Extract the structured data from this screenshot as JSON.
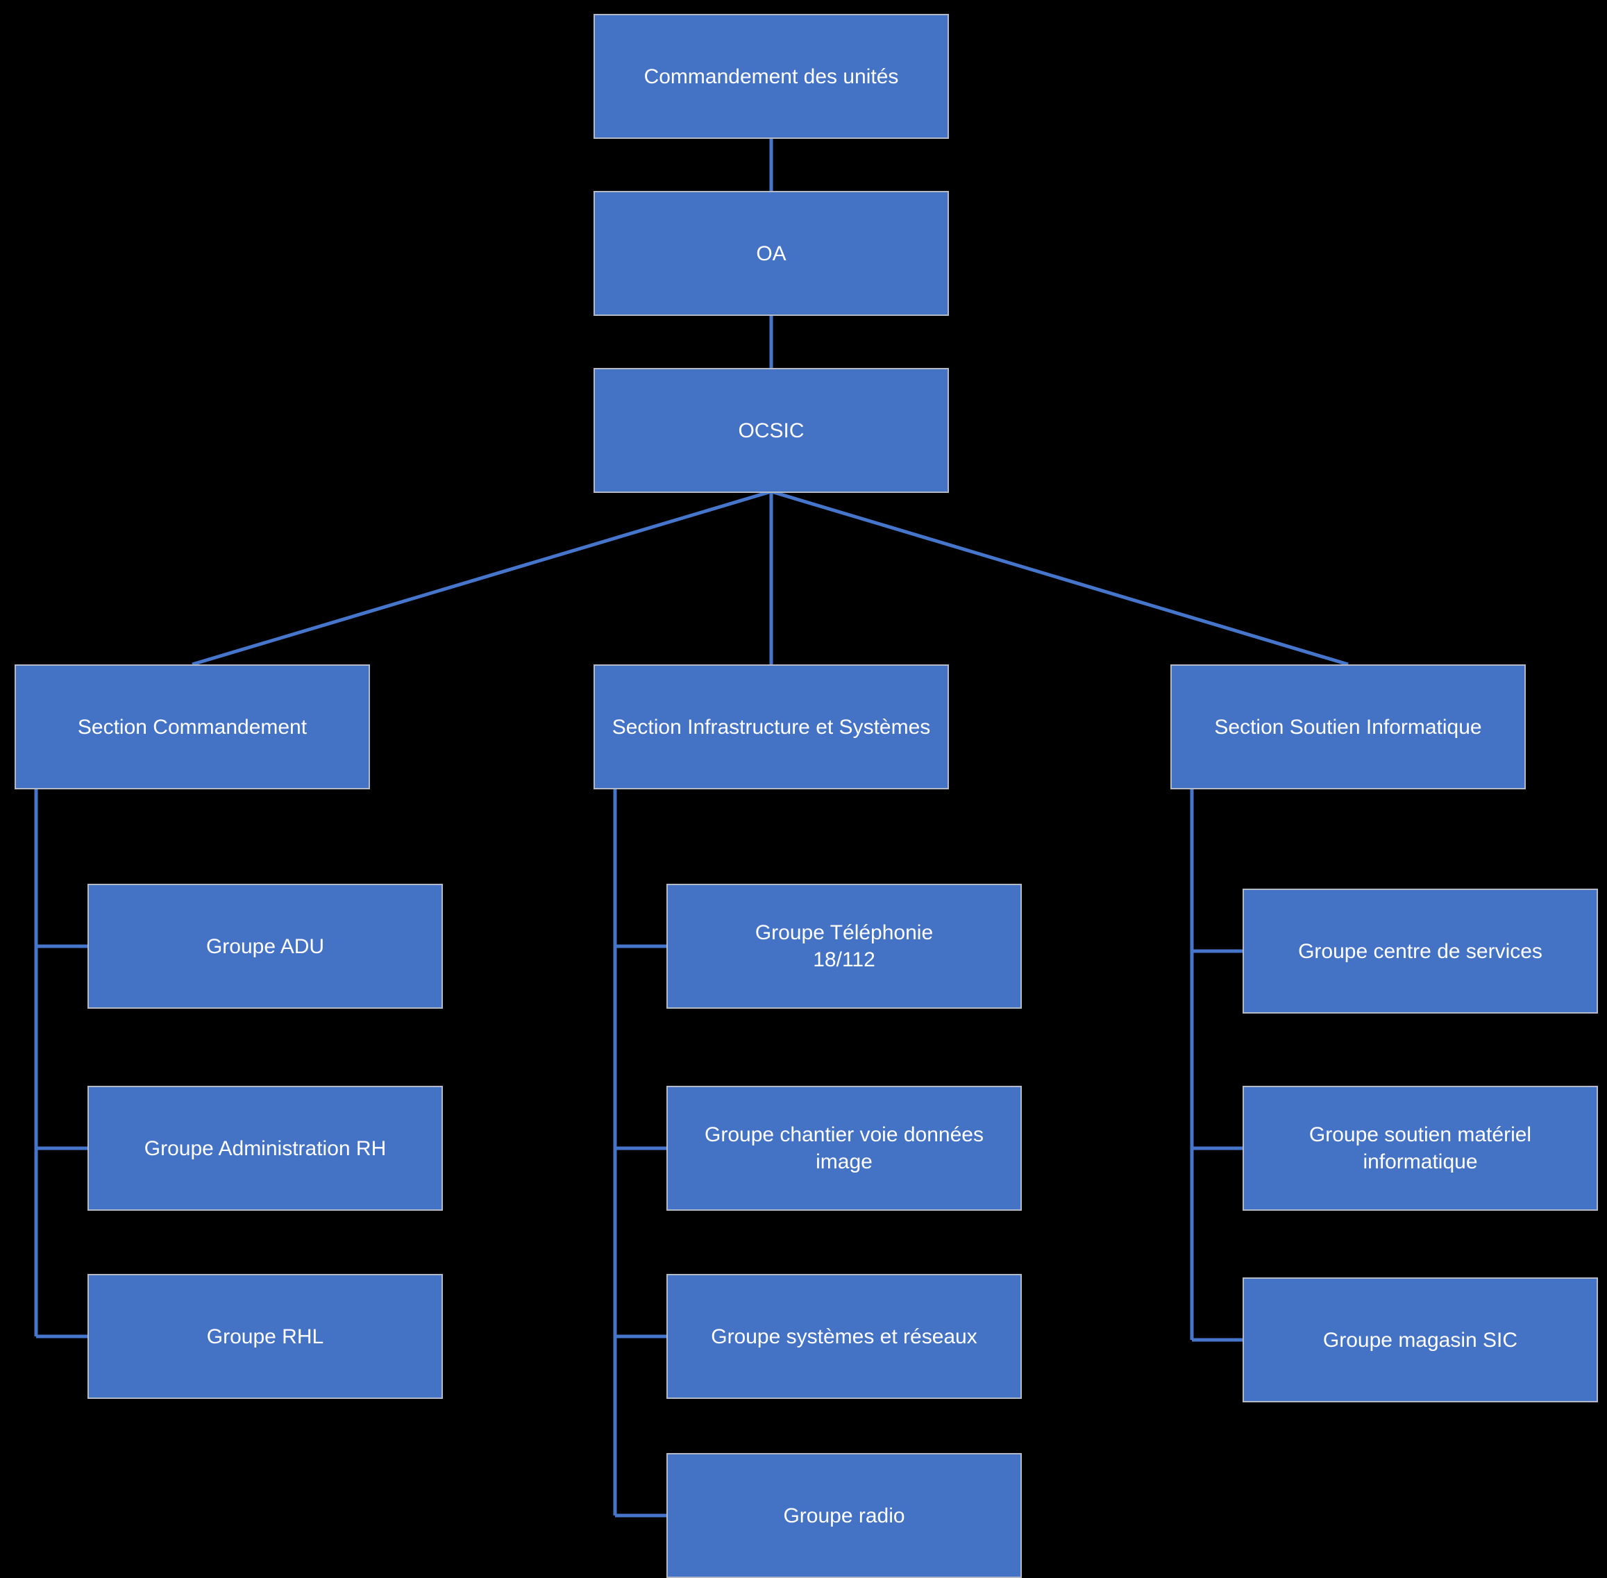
{
  "diagram": {
    "type": "org-chart",
    "background_color": "#000000",
    "box_fill_color": "#4472C4",
    "box_border_color": "#B4BAC5",
    "connector_color": "#4676CC",
    "text_color": "#FFFFFF",
    "nodes": {
      "commandement": {
        "label": "Commandement des unités"
      },
      "oa": {
        "label": "OA"
      },
      "ocsic": {
        "label": "OCSIC"
      },
      "section_commandement": {
        "label": "Section Commandement"
      },
      "section_infrastructure": {
        "label": "Section Infrastructure et Systèmes"
      },
      "section_soutien": {
        "label": "Section Soutien Informatique"
      },
      "groupe_adu": {
        "label": "Groupe ADU"
      },
      "groupe_administration_rh": {
        "label": "Groupe Administration RH"
      },
      "groupe_rhl": {
        "label": "Groupe RHL"
      },
      "groupe_telephonie": {
        "label": "Groupe Téléphonie\n18/112"
      },
      "groupe_chantier": {
        "label": "Groupe chantier voie données\nimage"
      },
      "groupe_systemes": {
        "label": "Groupe systèmes et réseaux"
      },
      "groupe_radio": {
        "label": "Groupe radio"
      },
      "groupe_centre_services": {
        "label": "Groupe centre de services"
      },
      "groupe_soutien_materiel": {
        "label": "Groupe soutien matériel\ninformatique"
      },
      "groupe_magasin_sic": {
        "label": "Groupe magasin SIC"
      }
    },
    "edges": [
      [
        "commandement",
        "oa"
      ],
      [
        "oa",
        "ocsic"
      ],
      [
        "ocsic",
        "section_commandement"
      ],
      [
        "ocsic",
        "section_infrastructure"
      ],
      [
        "ocsic",
        "section_soutien"
      ],
      [
        "section_commandement",
        "groupe_adu"
      ],
      [
        "section_commandement",
        "groupe_administration_rh"
      ],
      [
        "section_commandement",
        "groupe_rhl"
      ],
      [
        "section_infrastructure",
        "groupe_telephonie"
      ],
      [
        "section_infrastructure",
        "groupe_chantier"
      ],
      [
        "section_infrastructure",
        "groupe_systemes"
      ],
      [
        "section_infrastructure",
        "groupe_radio"
      ],
      [
        "section_soutien",
        "groupe_centre_services"
      ],
      [
        "section_soutien",
        "groupe_soutien_materiel"
      ],
      [
        "section_soutien",
        "groupe_magasin_sic"
      ]
    ]
  }
}
